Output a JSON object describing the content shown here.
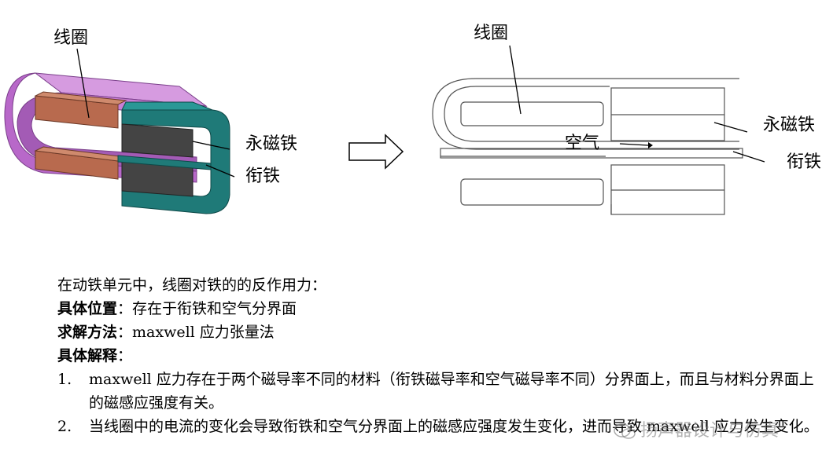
{
  "left_diagram": {
    "label_coil": "线圈",
    "label_magnet": "永磁铁",
    "label_armature": "衔铁"
  },
  "right_diagram": {
    "label_coil": "线圈",
    "label_air": "空气",
    "label_magnet": "永磁铁",
    "label_armature": "衔铁"
  },
  "text": {
    "line1": "在动铁单元中，线圈对铁的的反作用力：",
    "line2_bold": "具体位置",
    "line2_rest": "：存在于衔铁和空气分界面",
    "line3_bold": "求解方法",
    "line3_rest": "：maxwell 应力张量法",
    "line4_bold": "具体解释",
    "line4_rest": "：",
    "items": [
      {
        "num": "1.",
        "text": "maxwell 应力存在于两个磁导率不同的材料（衔铁磁导率和空气磁导率不同）分界面上，而且与材料分界面上的磁感应强度有关。"
      },
      {
        "num": "2.",
        "text": "当线圈中的电流的变化会导致衔铁和空气分界面上的磁感应强度发生变化，进而导致 maxwell 应力发生变化。"
      }
    ]
  },
  "watermark": "扬声器设计与仿真",
  "colors": {
    "coil_purple": "#c97fd6",
    "coil_brown": "#b86a4e",
    "magnet_dark": "#444444",
    "armature_teal": "#1f7a78"
  }
}
